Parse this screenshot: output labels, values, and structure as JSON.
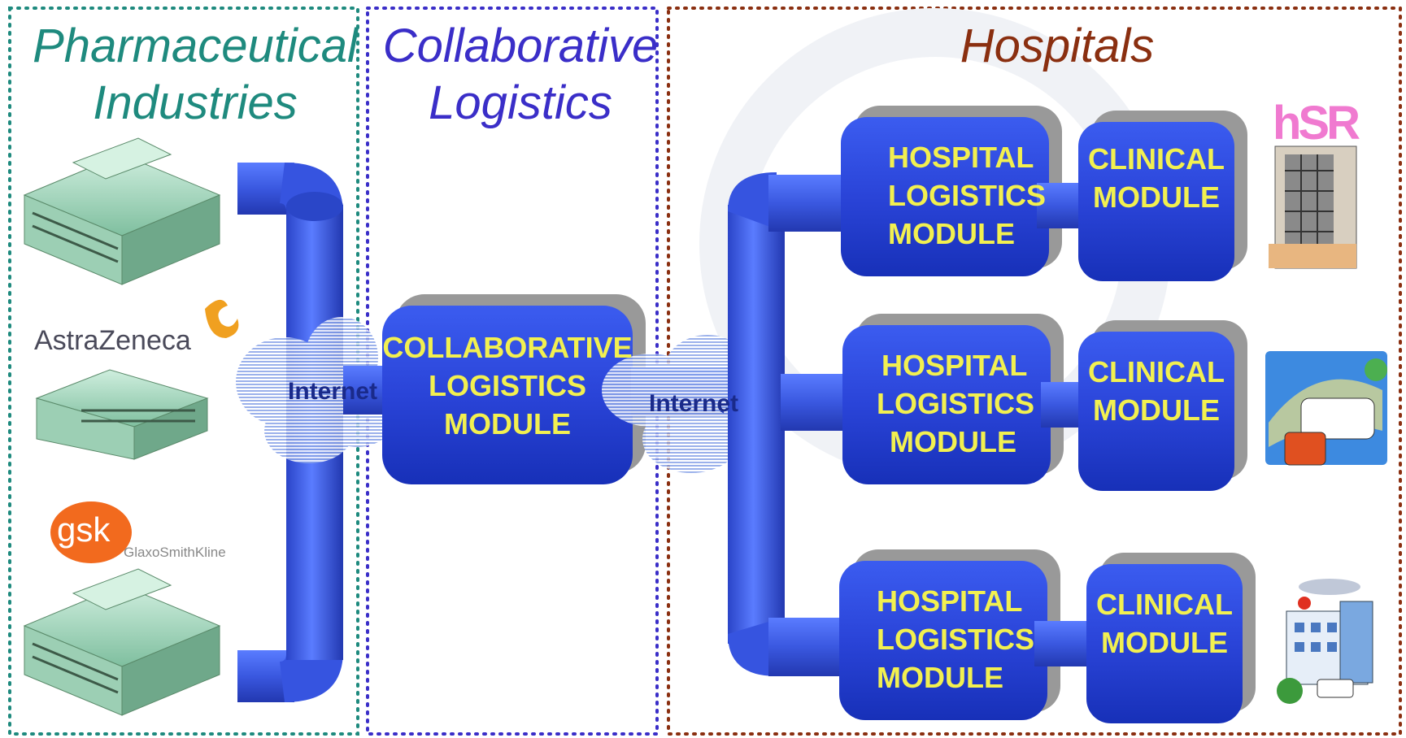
{
  "sections": {
    "pharma_title_line1": "Pharmaceutical",
    "pharma_title_line2": "Industries",
    "collab_title_line1": "Collaborative",
    "collab_title_line2": "Logistics",
    "hospitals_title": "Hospitals"
  },
  "logos": {
    "astrazeneca": "AstraZeneca",
    "gsk": "gsk",
    "gsk_full": "GlaxoSmithKline",
    "hsr": "hSR"
  },
  "internet_left": "Internet",
  "internet_right": "Internet",
  "collab_module": {
    "line1": "COLLABORATIVE",
    "line2": "LOGISTICS",
    "line3": "MODULE"
  },
  "hospital_modules": [
    {
      "line1": "HOSPITAL",
      "line2": "LOGISTICS",
      "line3": "MODULE"
    },
    {
      "line1": "HOSPITAL",
      "line2": "LOGISTICS",
      "line3": "MODULE"
    },
    {
      "line1": "HOSPITAL",
      "line2": "LOGISTICS",
      "line3": "MODULE"
    }
  ],
  "clinical_modules": [
    {
      "line1": "CLINICAL",
      "line2": "MODULE"
    },
    {
      "line1": "CLINICAL",
      "line2": "MODULE"
    },
    {
      "line1": "CLINICAL",
      "line2": "MODULE"
    }
  ],
  "colors": {
    "pharma_border": "#1e8a7e",
    "collab_border": "#3a2ec8",
    "hospital_border": "#8a2f10",
    "module_blue": "#2244dd",
    "module_text": "#f2f050",
    "pipe_blue": "#3a5ee8"
  }
}
